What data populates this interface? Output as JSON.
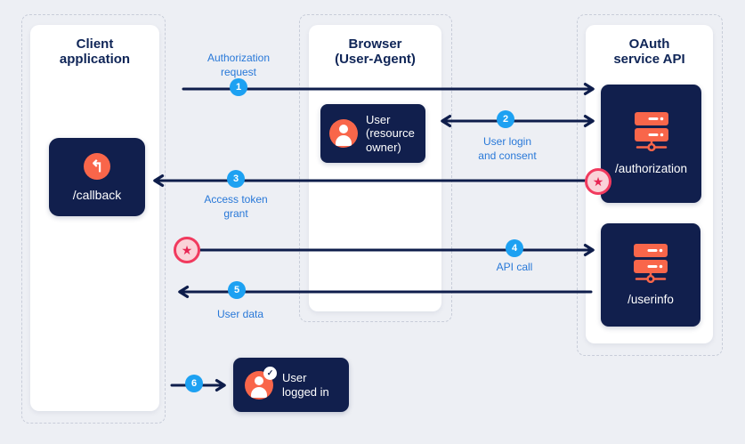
{
  "diagram": {
    "panels": {
      "client": {
        "title_line1": "Client",
        "title_line2": "application"
      },
      "browser": {
        "title_line1": "Browser",
        "title_line2": "(User-Agent)"
      },
      "oauth": {
        "title_line1": "OAuth",
        "title_line2": "service API"
      }
    },
    "nodes": {
      "callback": {
        "label": "/callback"
      },
      "user": {
        "line1": "User",
        "line2": "(resource",
        "line3": "owner)"
      },
      "authorization": {
        "label": "/authorization"
      },
      "userinfo": {
        "label": "/userinfo"
      },
      "user_logged_in": {
        "line1": "User",
        "line2": "logged in"
      }
    },
    "steps": {
      "s1": {
        "num": "1",
        "line1": "Authorization",
        "line2": "request"
      },
      "s2": {
        "num": "2",
        "line1": "User login",
        "line2": "and consent"
      },
      "s3": {
        "num": "3",
        "line1": "Access token",
        "line2": "grant"
      },
      "s4": {
        "num": "4",
        "line1": "API call"
      },
      "s5": {
        "num": "5",
        "line1": "User data"
      },
      "s6": {
        "num": "6"
      }
    },
    "icons": {
      "turn_left": "↰",
      "star": "★",
      "check": "✓"
    },
    "colors": {
      "background": "#edeff4",
      "navy_box": "#111f4d",
      "arrow": "#0e1d4b",
      "step_badge_blue": "#1da1f2",
      "label_blue": "#2878d8",
      "orange": "#f9664a",
      "star_ring": "#f13a5e",
      "star_fill": "#fad2d8",
      "heading_navy": "#0f2557"
    }
  }
}
